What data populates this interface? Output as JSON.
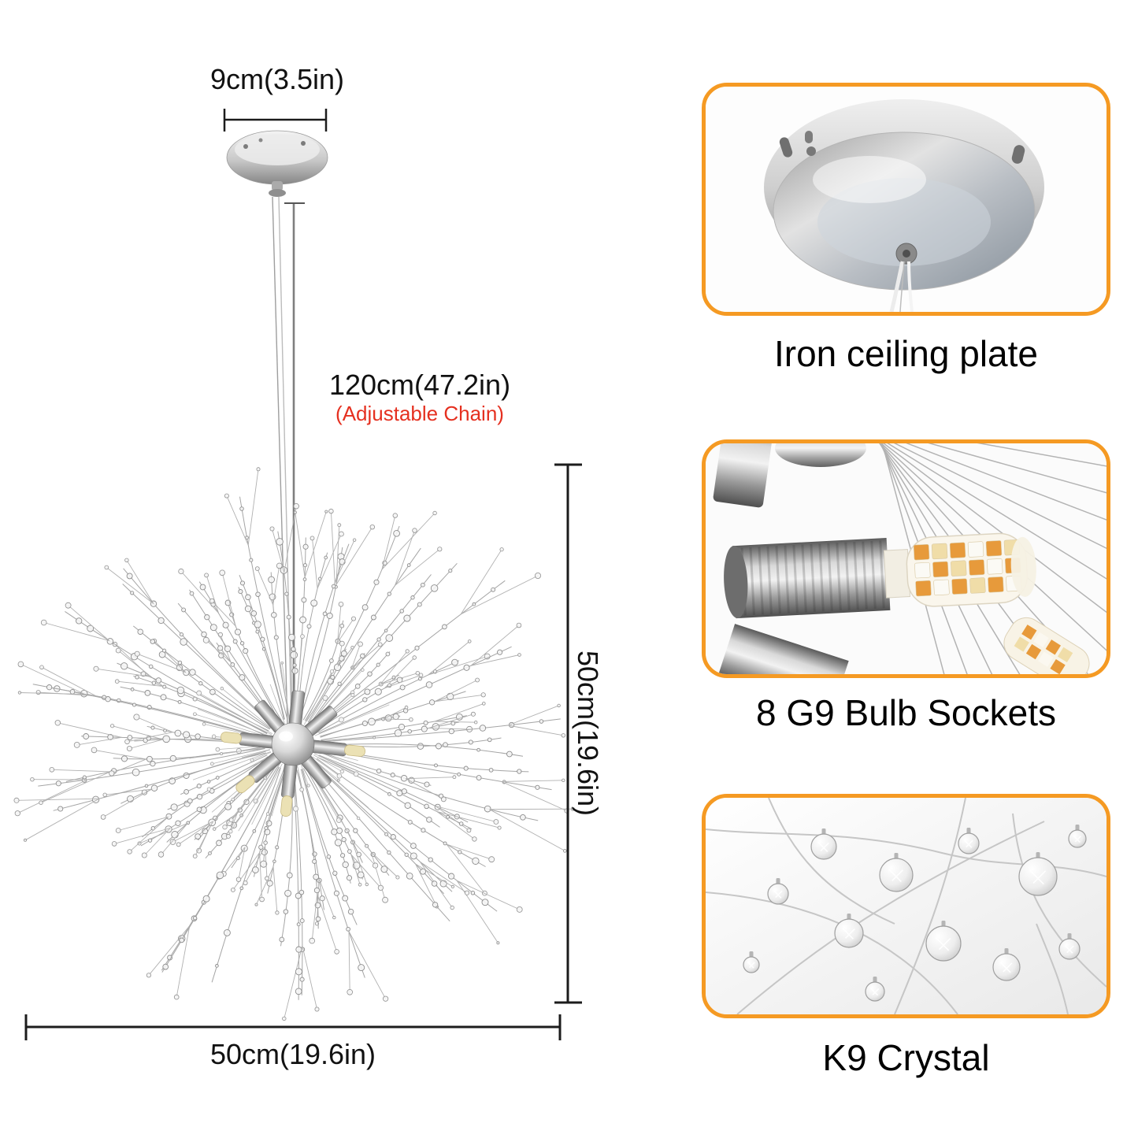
{
  "diagram": {
    "plate_width_label": "9cm(3.5in)",
    "chain_length_label": "120cm(47.2in)",
    "chain_note": "(Adjustable Chain)",
    "height_label": "50cm(19.6in)",
    "width_label": "50cm(19.6in)"
  },
  "callouts": [
    {
      "caption": "Iron ceiling plate"
    },
    {
      "caption": "8 G9 Bulb Sockets"
    },
    {
      "caption": "K9 Crystal"
    }
  ],
  "colors": {
    "accent_orange": "#f59a23",
    "note_red": "#e53020",
    "dimension_line": "#1c1c1c"
  }
}
